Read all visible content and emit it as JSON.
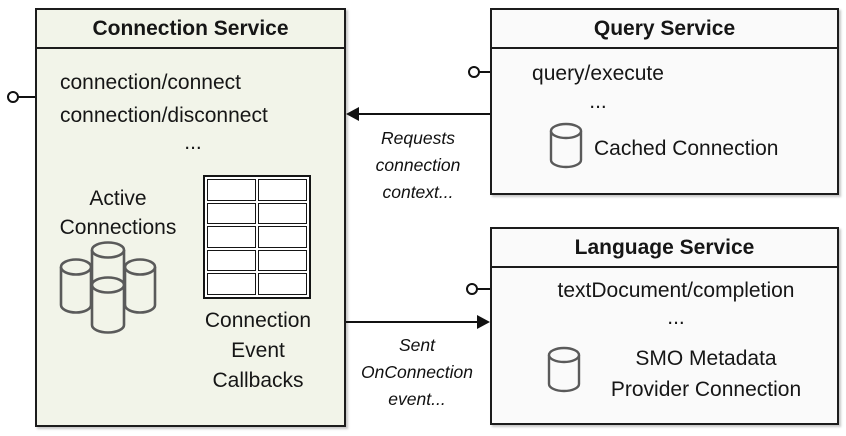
{
  "colors": {
    "connection_service_fill": "#f2f4e9",
    "service_fill": "#fafafa",
    "border": "#1c1c1c",
    "cylinder_stroke": "#5a5a5a",
    "arrow": "#111111"
  },
  "connection_service": {
    "title": "Connection Service",
    "methods": "connection/connect\nconnection/disconnect",
    "ellipsis": "...",
    "active_connections": "Active\nConnections",
    "callbacks": "Connection\nEvent\nCallbacks"
  },
  "query_service": {
    "title": "Query Service",
    "method": "query/execute",
    "ellipsis": "...",
    "cached_connection": "Cached Connection"
  },
  "language_service": {
    "title": "Language Service",
    "method": "textDocument/completion",
    "ellipsis": "...",
    "smo_connection": "SMO Metadata\nProvider Connection"
  },
  "arrows": {
    "requests": "Requests\nconnection\ncontext...",
    "sent": "Sent\nOnConnection\nevent..."
  }
}
